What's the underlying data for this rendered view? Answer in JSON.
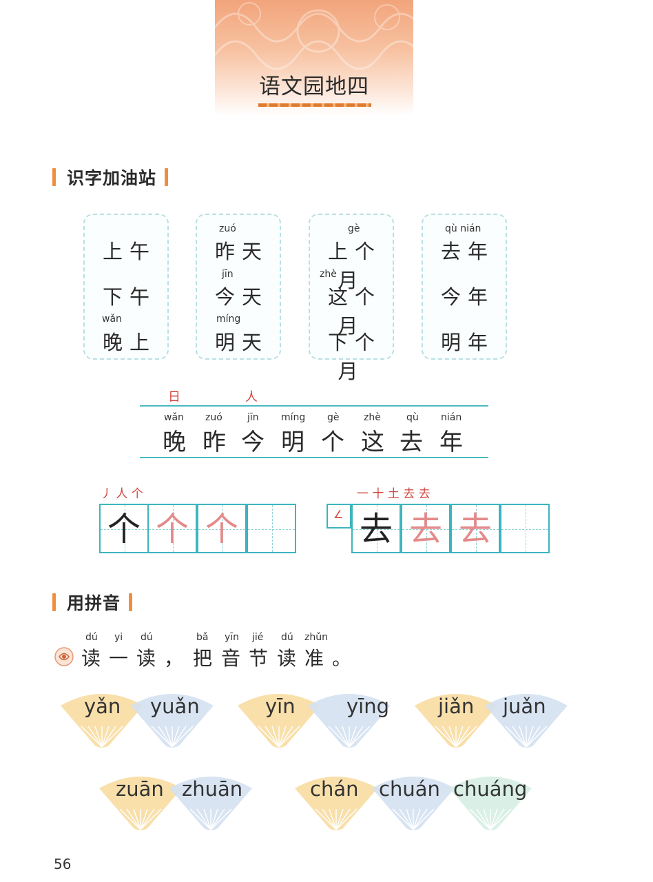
{
  "banner": {
    "title": "语文园地四"
  },
  "section1": {
    "title": "识字加油站"
  },
  "cards": [
    {
      "words": [
        {
          "text": "上午",
          "pinyin": ""
        },
        {
          "text": "下午",
          "pinyin": ""
        },
        {
          "text": "晚上",
          "pinyin": "wǎn"
        }
      ]
    },
    {
      "words": [
        {
          "text": "昨天",
          "pinyin": "zuó"
        },
        {
          "text": "今天",
          "pinyin": "jīn"
        },
        {
          "text": "明天",
          "pinyin": "míng"
        }
      ]
    },
    {
      "words": [
        {
          "text": "上个月",
          "pinyin": "gè"
        },
        {
          "text": "这个月",
          "pinyin": "zhè"
        },
        {
          "text": "下个月",
          "pinyin": ""
        }
      ]
    },
    {
      "words": [
        {
          "text": "去年",
          "pinyin": "qù nián"
        },
        {
          "text": "今年",
          "pinyin": ""
        },
        {
          "text": "明年",
          "pinyin": ""
        }
      ]
    }
  ],
  "radicals": [
    "日",
    "人"
  ],
  "char_line": [
    {
      "pinyin": "wǎn",
      "char": "晚"
    },
    {
      "pinyin": "zuó",
      "char": "昨"
    },
    {
      "pinyin": "jīn",
      "char": "今"
    },
    {
      "pinyin": "míng",
      "char": "明"
    },
    {
      "pinyin": "gè",
      "char": "个"
    },
    {
      "pinyin": "zhè",
      "char": "这"
    },
    {
      "pinyin": "qù",
      "char": "去"
    },
    {
      "pinyin": "nián",
      "char": "年"
    }
  ],
  "writing": {
    "ge": {
      "strokes": "丿 人 个",
      "char": "个"
    },
    "qu": {
      "strokes": "一 十 土 去 去",
      "char": "去",
      "stroke_mark": "∠"
    }
  },
  "section2": {
    "title": "用拼音"
  },
  "reading": {
    "sentence": [
      {
        "pinyin": "dú",
        "char": "读"
      },
      {
        "pinyin": "yi",
        "char": "一"
      },
      {
        "pinyin": "dú",
        "char": "读"
      },
      {
        "pinyin": "",
        "char": "，"
      },
      {
        "pinyin": "bǎ",
        "char": "把"
      },
      {
        "pinyin": "yīn",
        "char": "音"
      },
      {
        "pinyin": "jié",
        "char": "节"
      },
      {
        "pinyin": "dú",
        "char": "读"
      },
      {
        "pinyin": "zhǔn",
        "char": "准"
      },
      {
        "pinyin": "",
        "char": "。"
      }
    ]
  },
  "fans": [
    {
      "label": "yǎn",
      "color": "#f8dca1"
    },
    {
      "label": "yuǎn",
      "color": "#d4e1f1"
    },
    {
      "label": "yīn",
      "color": "#f8dca1"
    },
    {
      "label": "yīng",
      "color": "#d4e1f1"
    },
    {
      "label": "jiǎn",
      "color": "#f8dca1"
    },
    {
      "label": "juǎn",
      "color": "#d4e1f1"
    },
    {
      "label": "zuān",
      "color": "#f8dca1"
    },
    {
      "label": "zhuān",
      "color": "#d4e1f1"
    },
    {
      "label": "chán",
      "color": "#f8dca1"
    },
    {
      "label": "chuán",
      "color": "#d4e1f1"
    },
    {
      "label": "chuáng",
      "color": "#d6eee3"
    }
  ],
  "colors": {
    "accent": "#ef8f3d",
    "grid": "#3cb5bf",
    "trace": "#e48a8a",
    "stroke_red": "#d0463f"
  },
  "page": {
    "number": "56"
  }
}
